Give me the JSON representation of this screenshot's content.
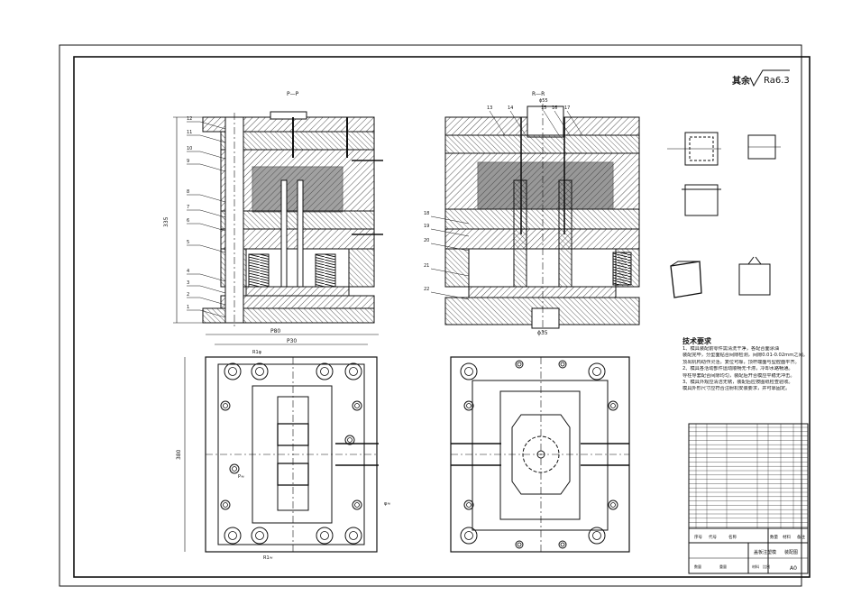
{
  "drawing": {
    "roughness_symbol_label": "其余",
    "roughness_value": "Ra6.3",
    "section_left_label": "P—P",
    "section_right_label": "R—R",
    "dim_height_left": "335",
    "dim_bottom_center": "ϕ35",
    "dim_top_center": "ϕ55",
    "dim_plan_outer": "P80",
    "dim_plan_inner": "P30",
    "dim_plan_height": "380",
    "plan_label_r": "R1φ",
    "plan_label_p": "P≈",
    "plan_label_a": "φ≈",
    "plan_label_r2": "R1≈",
    "left_callouts": [
      "12",
      "11",
      "10",
      "9",
      "8",
      "7",
      "6",
      "5",
      "4",
      "3",
      "2",
      "1"
    ],
    "right_top_callouts": [
      "13",
      "14",
      "15",
      "16",
      "17"
    ],
    "right_side_callouts": [
      "18",
      "19",
      "20",
      "21",
      "22"
    ]
  },
  "notes": {
    "title": "技术要求",
    "lines": [
      "1、模具装配前零件需清洗干净，各配合面涂油",
      "装配完毕，分型面贴合间隙检测，间隙0.01-0.02mm之间。",
      "顶出机构动作灵活，复位可靠，顶杆端面与型腔面平齐。",
      "2、模具各活动部件运动顺畅无卡滞，冷却水路畅通。",
      "导柱导套配合间隙均匀，装配后开合模应平稳无冲击。",
      "3、模具外观应清洁无锈，装配后应按图纸检查验收。",
      "模具外形尺寸应符合注射机安装要求，并可靠固定。"
    ]
  },
  "title_block": {
    "name": "盖板注塑模",
    "part": "装配图",
    "sheet_size": "A0",
    "material": "材料",
    "scale": "比例",
    "count": "数量",
    "weight": "重量",
    "row_label_seq": "序号",
    "row_label_code": "代号",
    "row_label_name": "名称",
    "row_label_qty": "数量",
    "row_label_mat": "材料",
    "row_label_note": "备注"
  },
  "colors": {
    "line": "#111111",
    "hatch": "#222222",
    "paper": "#ffffff"
  }
}
